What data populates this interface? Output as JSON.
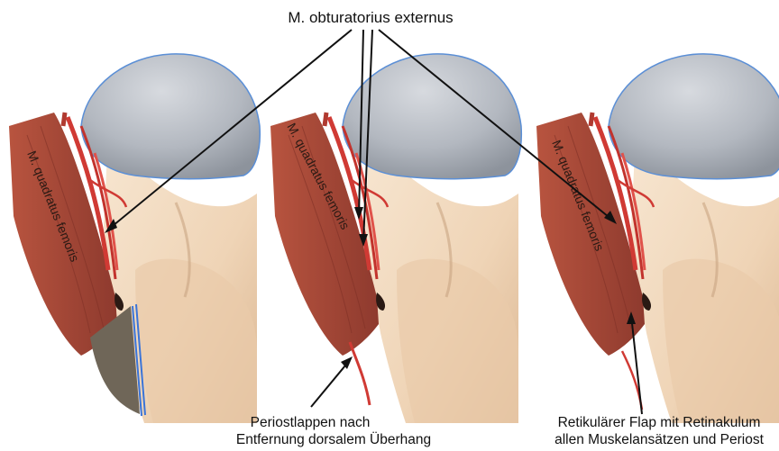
{
  "labels": {
    "obturator": "M. obturatorius externus",
    "quadratus": "M. quadratus femoris",
    "periost_line1": "Periostlappen nach",
    "periost_line2": "Entfernung dorsalem Überhang",
    "flap_line1": "Retikulärer Flap mit Retinakulum",
    "flap_line2": "allen Muskelansätzen und Periost"
  },
  "colors": {
    "bone": "#f3dcc2",
    "bone_shadow": "#d9b896",
    "head": "#b8bcc4",
    "head_outline": "#5b8fd6",
    "muscle": "#a8473a",
    "muscle_light": "#c8604c",
    "vessel": "#d03a34",
    "osteotomy_blue": "#3a74d8",
    "grey_cut": "#6f6658"
  }
}
